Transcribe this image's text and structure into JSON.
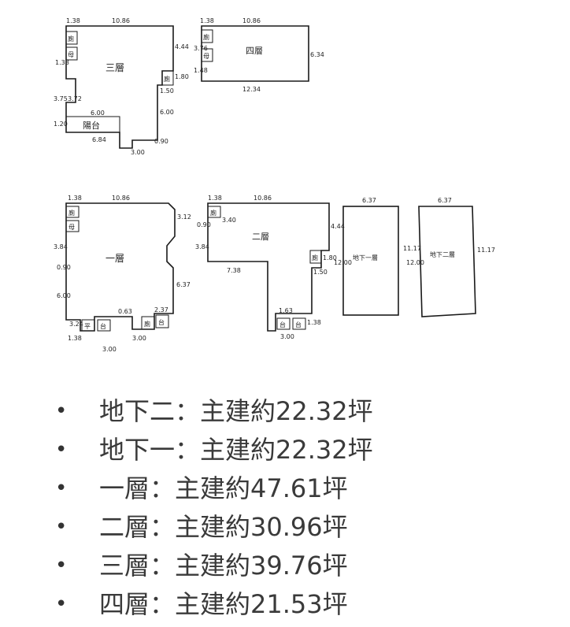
{
  "plans": {
    "floor3": {
      "name": "三層",
      "balcony": "陽台",
      "small_rooms": [
        "廁",
        "母",
        "廁"
      ],
      "dims": [
        "1.38",
        "10.86",
        "4.44",
        "1.80",
        "1.50",
        "6.00",
        "6.00",
        "6.84",
        "3.00",
        "0.90",
        "1.38",
        "3.75",
        "3.72",
        "1.20"
      ]
    },
    "floor4": {
      "name": "四層",
      "small_rooms": [
        "廁",
        "母"
      ],
      "dims": [
        "1.38",
        "10.86",
        "3.76",
        "1.48",
        "6.34",
        "12.34"
      ]
    },
    "floor1": {
      "name": "一層",
      "small_rooms": [
        "廁",
        "母",
        "平",
        "台",
        "廁",
        "台"
      ],
      "dims": [
        "1.38",
        "10.86",
        "3.12",
        "3.84",
        "0.90",
        "6.00",
        "6.37",
        "3.24",
        "0.63",
        "2.37",
        "3.00",
        "3.00",
        "1.38"
      ]
    },
    "floor2": {
      "name": "二層",
      "small_rooms": [
        "廁",
        "廁",
        "台",
        "台"
      ],
      "dims": [
        "1.38",
        "10.86",
        "0.90",
        "3.40",
        "4.44",
        "3.84",
        "7.38",
        "1.80",
        "1.50",
        "1.63",
        "1.38",
        "3.00"
      ]
    },
    "b1": {
      "name": "地下一層",
      "dims": [
        "6.37",
        "12.00"
      ]
    },
    "b2": {
      "name": "地下二層",
      "dims": [
        "6.37",
        "11.17",
        "12.00",
        "11.17"
      ]
    }
  },
  "areas": [
    {
      "bullet": "•",
      "text": "地下二：主建約22.32坪"
    },
    {
      "bullet": "•",
      "text": "地下一：主建約22.32坪"
    },
    {
      "bullet": "•",
      "text": "一層：主建約47.61坪"
    },
    {
      "bullet": "•",
      "text": "二層：主建約30.96坪"
    },
    {
      "bullet": "•",
      "text": "三層：主建約39.76坪"
    },
    {
      "bullet": "•",
      "text": "四層：主建約21.53坪"
    }
  ]
}
